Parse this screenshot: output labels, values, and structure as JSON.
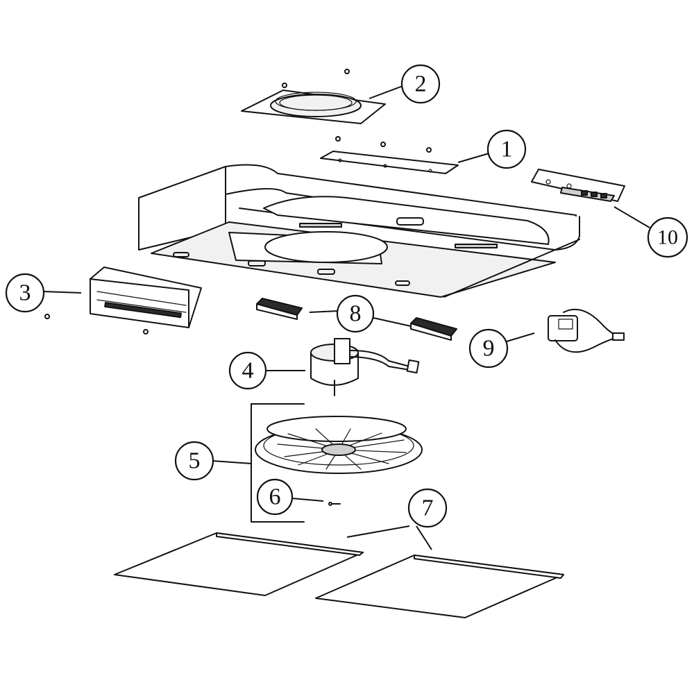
{
  "callouts": {
    "c1": "1",
    "c2": "2",
    "c3": "3",
    "c4": "4",
    "c5": "5",
    "c6": "6",
    "c7": "7",
    "c8": "8",
    "c9": "9",
    "c10": "10"
  },
  "colors": {
    "ink": "#111111",
    "filter_mesh": "#2a2a2a",
    "background": "#ffffff"
  }
}
